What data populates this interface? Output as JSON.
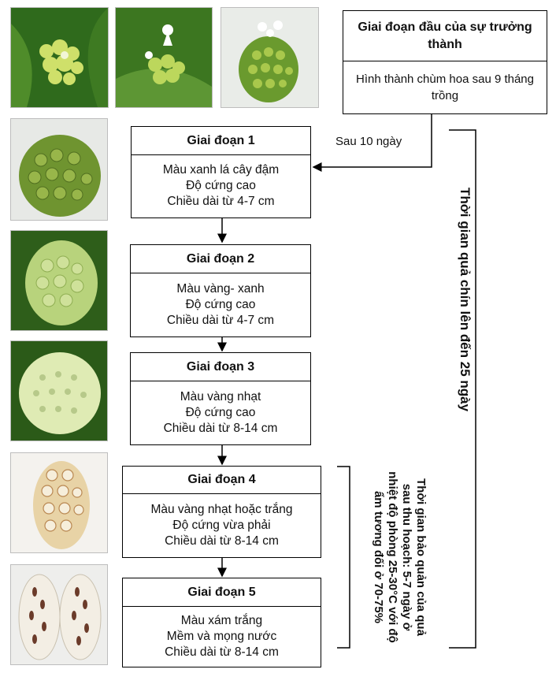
{
  "top_box": {
    "title": "Giai đoạn đầu của sự trưởng thành",
    "desc": "Hình thành chùm hoa sau 9 tháng trồng"
  },
  "arrow_label": "Sau 10 ngày",
  "stages": [
    {
      "title": "Giai đoạn 1",
      "lines": [
        "Màu xanh lá cây đậm",
        "Độ cứng cao",
        "Chiều dài từ 4-7 cm"
      ]
    },
    {
      "title": "Giai đoạn 2",
      "lines": [
        "Màu vàng- xanh",
        "Độ cứng cao",
        "Chiều dài từ 4-7 cm"
      ]
    },
    {
      "title": "Giai đoạn 3",
      "lines": [
        "Màu vàng nhạt",
        "Độ cứng cao",
        "Chiều dài từ 8-14 cm"
      ]
    },
    {
      "title": "Giai đoạn 4",
      "lines": [
        "Màu vàng nhạt hoặc trắng",
        "Độ cứng vừa phải",
        "Chiều dài từ 8-14 cm"
      ]
    },
    {
      "title": "Giai đoạn 5",
      "lines": [
        "Màu xám trắng",
        "Mềm và mọng nước",
        "Chiều dài từ 8-14 cm"
      ]
    }
  ],
  "ripening_time": "Thời gian quả chín lên đến 25 ngày",
  "storage_time": "Thời gian bảo quản của quả sau thu hoạch: 5-7 ngày ở nhiệt độ phòng 25-30°C với độ ẩm tương đối ở 70-75%",
  "colors": {
    "leaf_green": "#2f6a1c",
    "fruit_green": "#7fa832",
    "fruit_pale": "#d9e6a8",
    "fruit_cream": "#e8d3a6",
    "seed_brown": "#6b3b2a"
  }
}
